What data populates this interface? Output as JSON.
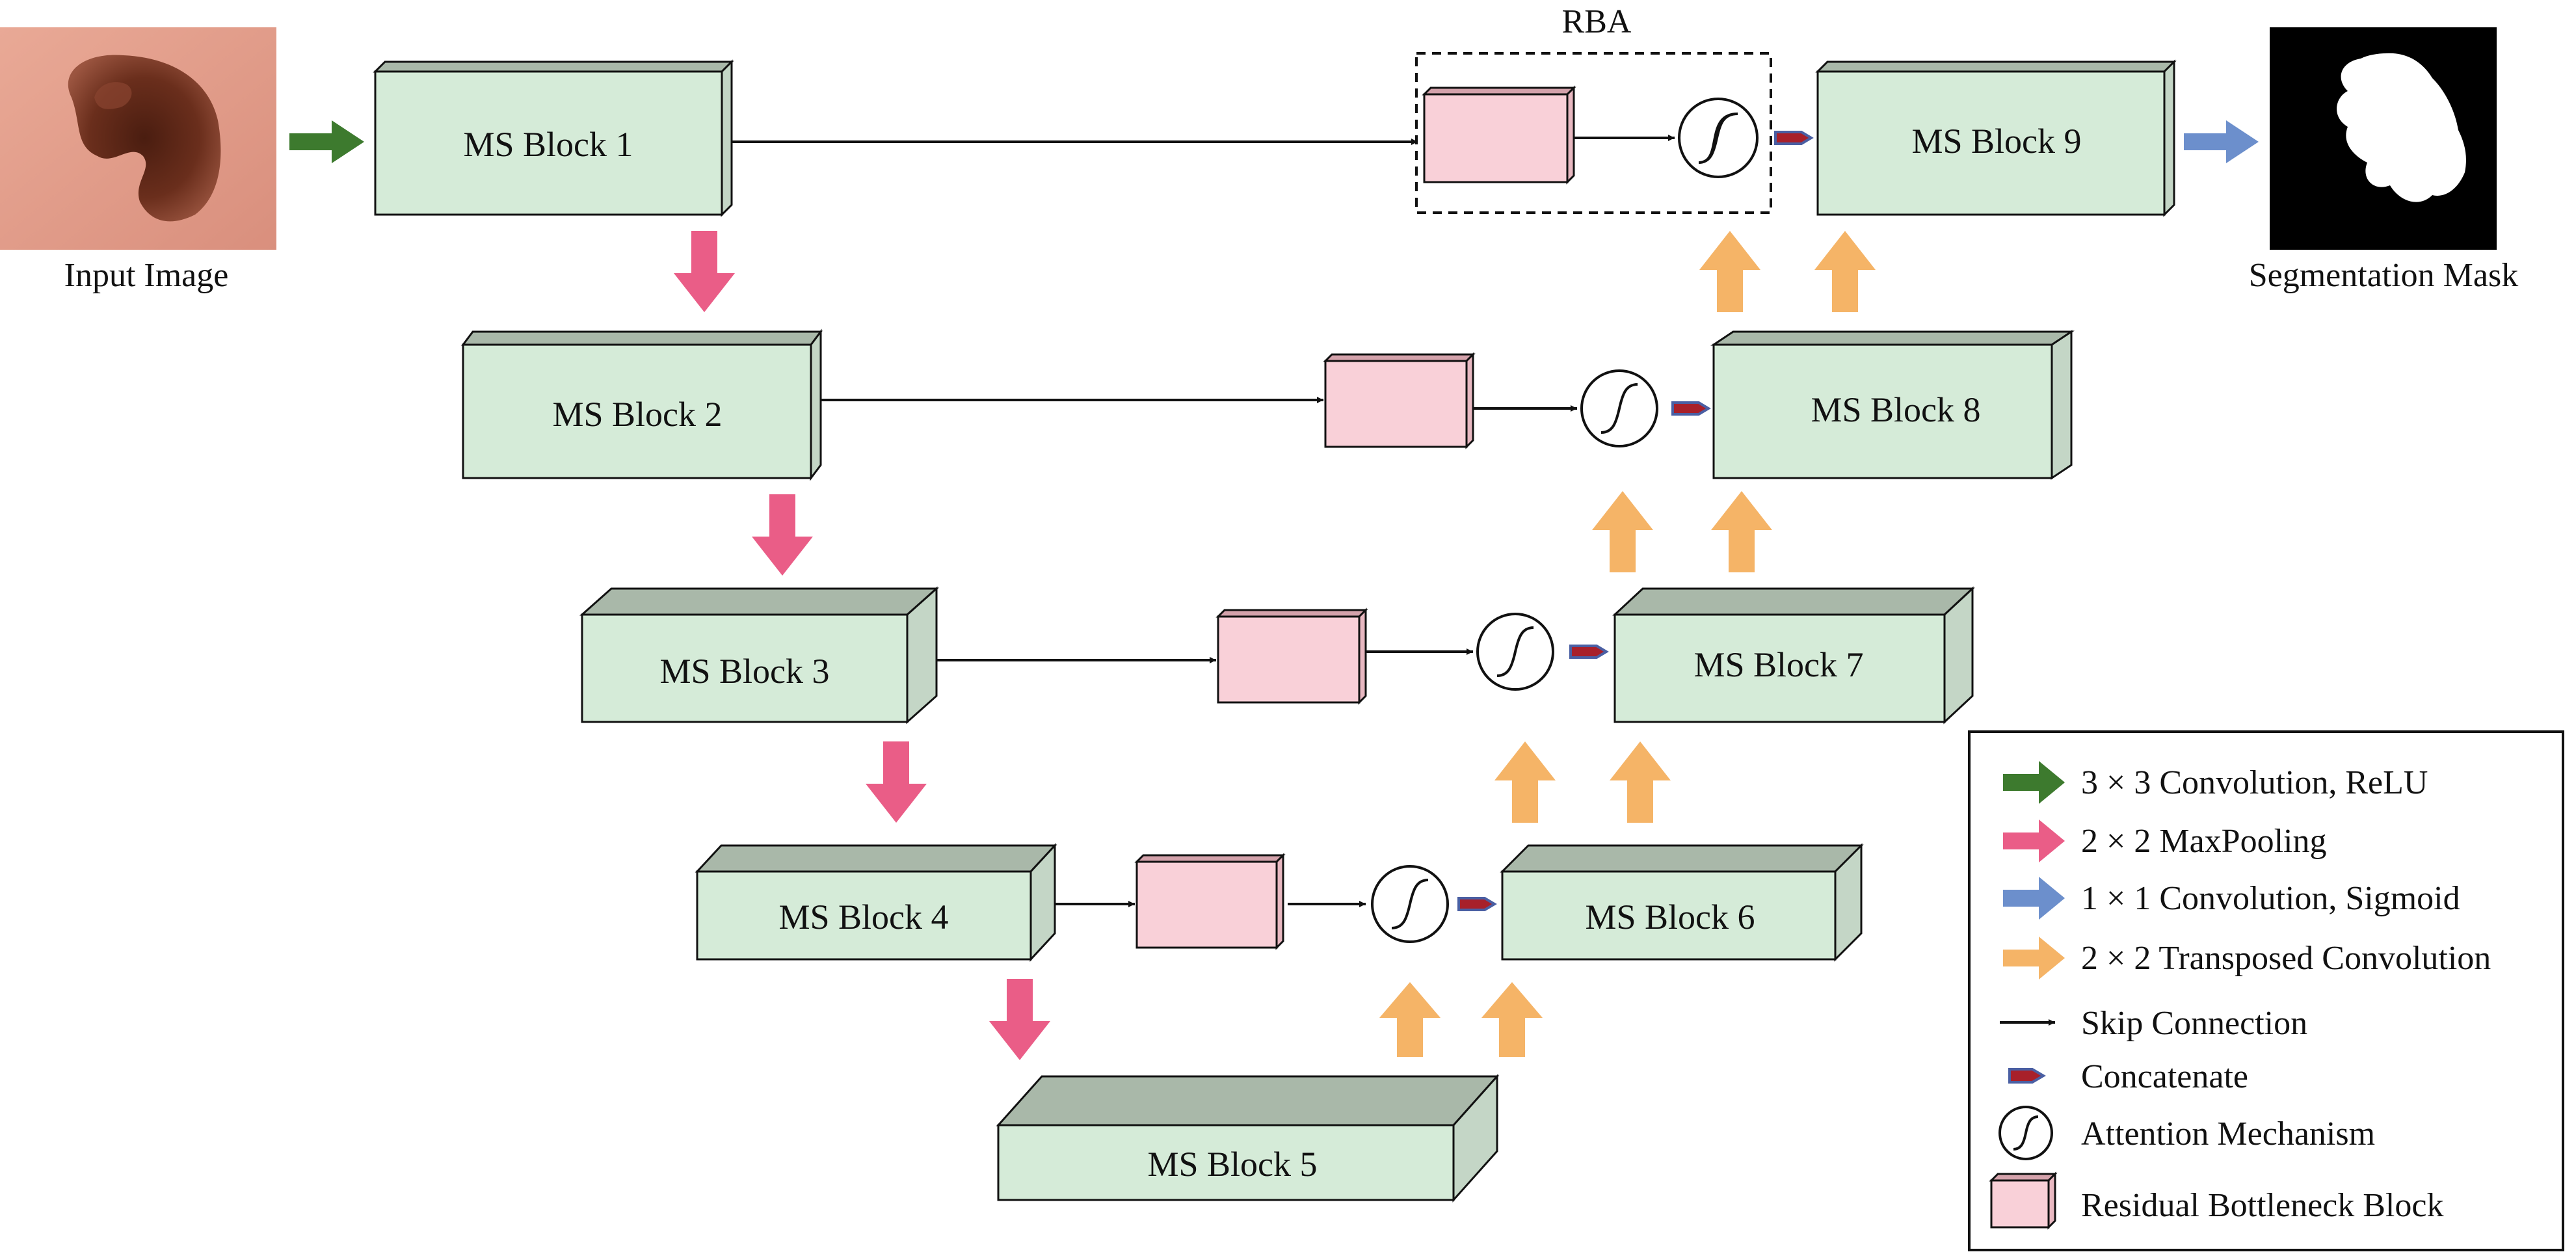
{
  "diagram": {
    "input_caption": "Input Image",
    "output_caption": "Segmentation Mask",
    "rba_label": "RBA",
    "blocks": [
      "MS Block 1",
      "MS Block 2",
      "MS Block 3",
      "MS Block 4",
      "MS Block 5",
      "MS Block 6",
      "MS Block 7",
      "MS Block 8",
      "MS Block 9"
    ]
  },
  "legend": {
    "conv_relu": "3 × 3 Convolution, ReLU",
    "maxpool": "2 × 2 MaxPooling",
    "conv_sigmoid": "1 × 1 Convolution, Sigmoid",
    "transposed": "2 × 2 Transposed Convolution",
    "skip": "Skip Connection",
    "concat": "Concatenate",
    "attention": "Attention Mechanism",
    "residual": "Residual Bottleneck Block"
  },
  "colors": {
    "block_front": "#d5ebd8",
    "block_top": "#a9b8a9",
    "block_side": "#c4d6c6",
    "bottleneck_front": "#f9d0d8",
    "bottleneck_top": "#d4a2ab",
    "arrow_green": "#3d7a2e",
    "arrow_pink": "#ea5d87",
    "arrow_blue": "#6c8fcc",
    "arrow_orange": "#f5b467",
    "concat_fill": "#a8202a",
    "concat_stroke": "#4a5fa3"
  }
}
